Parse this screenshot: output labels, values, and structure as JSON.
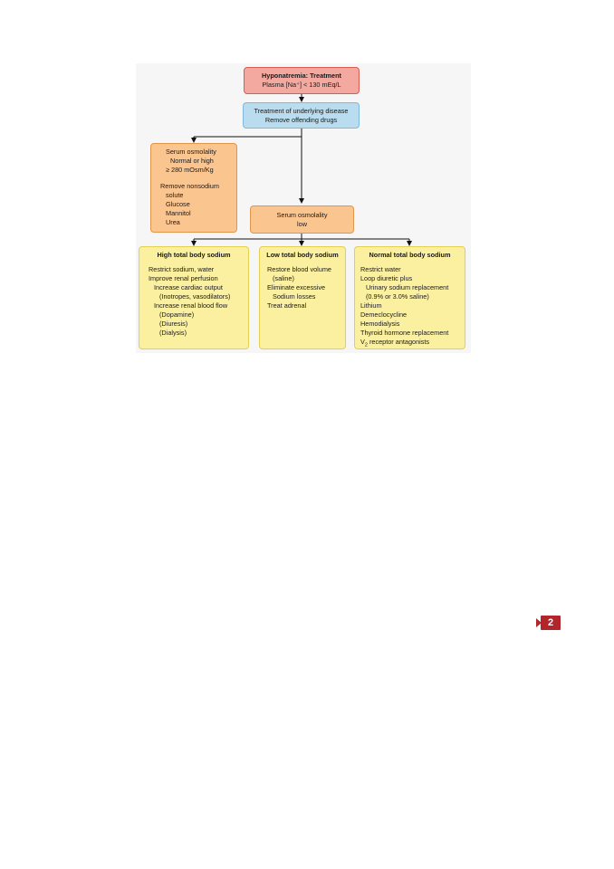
{
  "flowchart": {
    "title_box": {
      "title": "Hyponatremia: Treatment",
      "subtitle": "Plasma [Na⁺] < 130 mEq/L"
    },
    "underlying_box": {
      "lines": [
        "Treatment of underlying disease",
        "Remove offending drugs"
      ]
    },
    "serum_high_box": {
      "lines": [
        "Serum osmolality",
        "Normal or high",
        "≥ 280 mOsm/Kg"
      ],
      "remove_lines": [
        "Remove nonsodium",
        "solute",
        "Glucose",
        "Mannitol",
        "Urea"
      ]
    },
    "serum_low_box": {
      "lines": [
        "Serum osmolality",
        "low"
      ]
    },
    "high_sodium": {
      "title": "High total body sodium",
      "lines": [
        "Restrict sodium, water",
        "Improve renal perfusion",
        "Increase cardiac output",
        "(Inotropes, vasodilators)",
        "Increase renal blood flow",
        "(Dopamine)",
        "(Diuresis)",
        "(Dialysis)"
      ]
    },
    "low_sodium": {
      "title": "Low total body sodium",
      "lines": [
        "Restore blood volume",
        "(saline)",
        "Eliminate excessive",
        "Sodium losses",
        "Treat adrenal"
      ]
    },
    "normal_sodium": {
      "title": "Normal total body sodium",
      "lines": [
        "Restrict water",
        "Loop diuretic plus",
        "Urinary sodium replacement",
        "(0.9% or 3.0% saline)",
        "Lithium",
        "Demeclocycline",
        "Hemodialysis",
        "Thyroid hormone replacement"
      ],
      "last_line_prefix": "V",
      "last_line_sub": "2",
      "last_line_rest": " receptor antagonists"
    },
    "colors": {
      "red": "#f4a9a0",
      "blue": "#b9dcef",
      "orange": "#fbc590",
      "yellow": "#fbf0a0",
      "badge": "#b2252a"
    }
  },
  "page_badge": {
    "number": "2",
    "icon": "chapter-tab-icon"
  }
}
